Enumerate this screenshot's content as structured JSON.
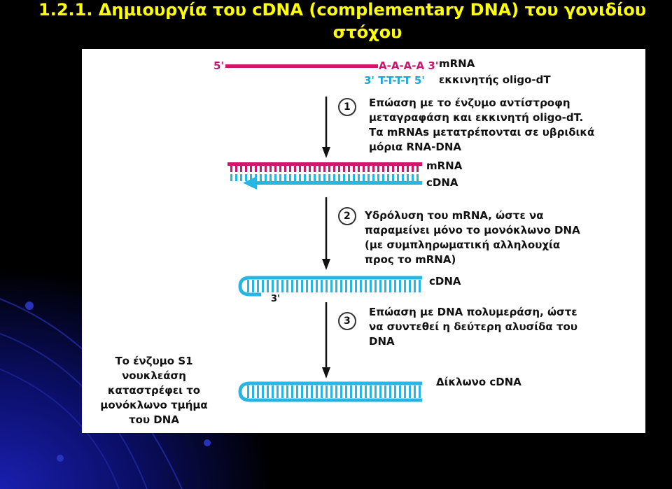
{
  "title": {
    "line1": "1.2.1. Δημιουργία του cDNA (complementary DNA) του γονιδίου",
    "line2": "στόχου"
  },
  "colors": {
    "title": "#ffff00",
    "mrna": "#d0156c",
    "primer": "#1aa7d6",
    "cdna": "#27b6e4",
    "arrow": "#111111"
  },
  "diagram": {
    "top": {
      "five_prime": "5'",
      "poly_a": "A-A-A-A 3'",
      "mrna_label": "mRNA",
      "oligo_seq": "3' T-T-T-T 5'",
      "primer_label": "εκκινητής oligo-dT"
    },
    "steps": [
      {
        "number": "1",
        "lines": [
          "Επώαση με το ένζυμο αντίστροφη",
          "μεταγραφάση και εκκινητή oligo-dT.",
          "Τα mRNAs μετατρέπονται σε υβριδικά",
          "μόρια RNA-DNA"
        ]
      },
      {
        "number": "2",
        "lines": [
          "Υδρόλυση του mRNA, ώστε να",
          "παραμείνει μόνο το μονόκλωνο DNA",
          "(με συμπληρωματική αλληλουχία",
          "προς το mRNA)"
        ]
      },
      {
        "number": "3",
        "lines": [
          "Επώαση με DNA πολυμεράση, ώστε",
          "να συντεθεί η δεύτερη αλυσίδα του",
          "DNA"
        ]
      }
    ],
    "hybrid": {
      "mrna_label": "mRNA",
      "cdna_label": "cDNA"
    },
    "hairpin": {
      "cdna_label": "cDNA",
      "three_prime": "3'"
    },
    "final": {
      "label": "Δίκλωνο cDNA"
    },
    "side_note": [
      "Το ένζυμο S1",
      "νουκλεάση",
      "καταστρέφει το",
      "μονόκλωνο τμήμα",
      "του DNA"
    ]
  }
}
